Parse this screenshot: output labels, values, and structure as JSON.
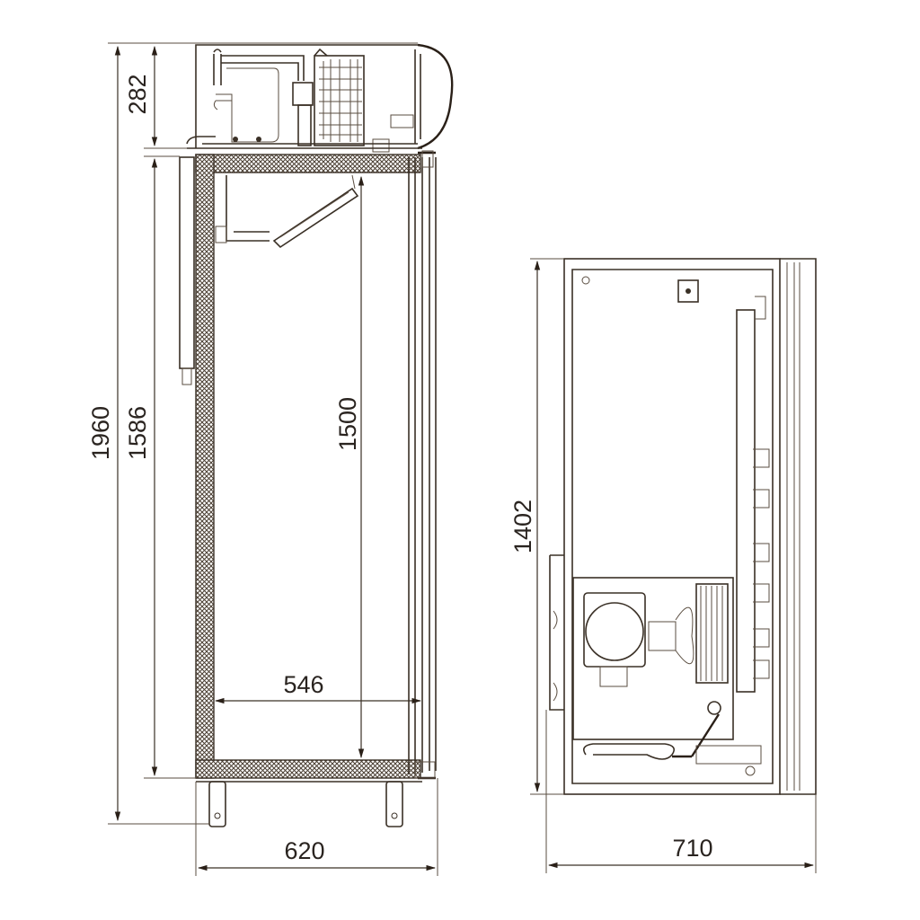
{
  "drawing": {
    "front_view": {
      "total_height": "1960",
      "unit_height": "282",
      "cabinet_height": "1586",
      "interior_height": "1500",
      "interior_width": "546",
      "total_width": "620"
    },
    "side_view": {
      "height": "1402",
      "depth": "710"
    },
    "colors": {
      "line": "#3a3026",
      "text": "#2a2420"
    }
  }
}
